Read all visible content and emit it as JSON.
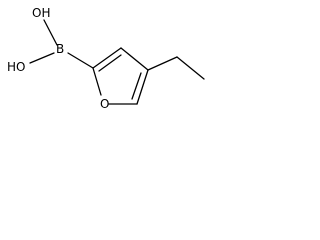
{
  "molecule": {
    "atoms": {
      "oh_top": "OH",
      "oh_bottom": "HO",
      "boron": "B",
      "ring_oxygen": "O"
    }
  }
}
